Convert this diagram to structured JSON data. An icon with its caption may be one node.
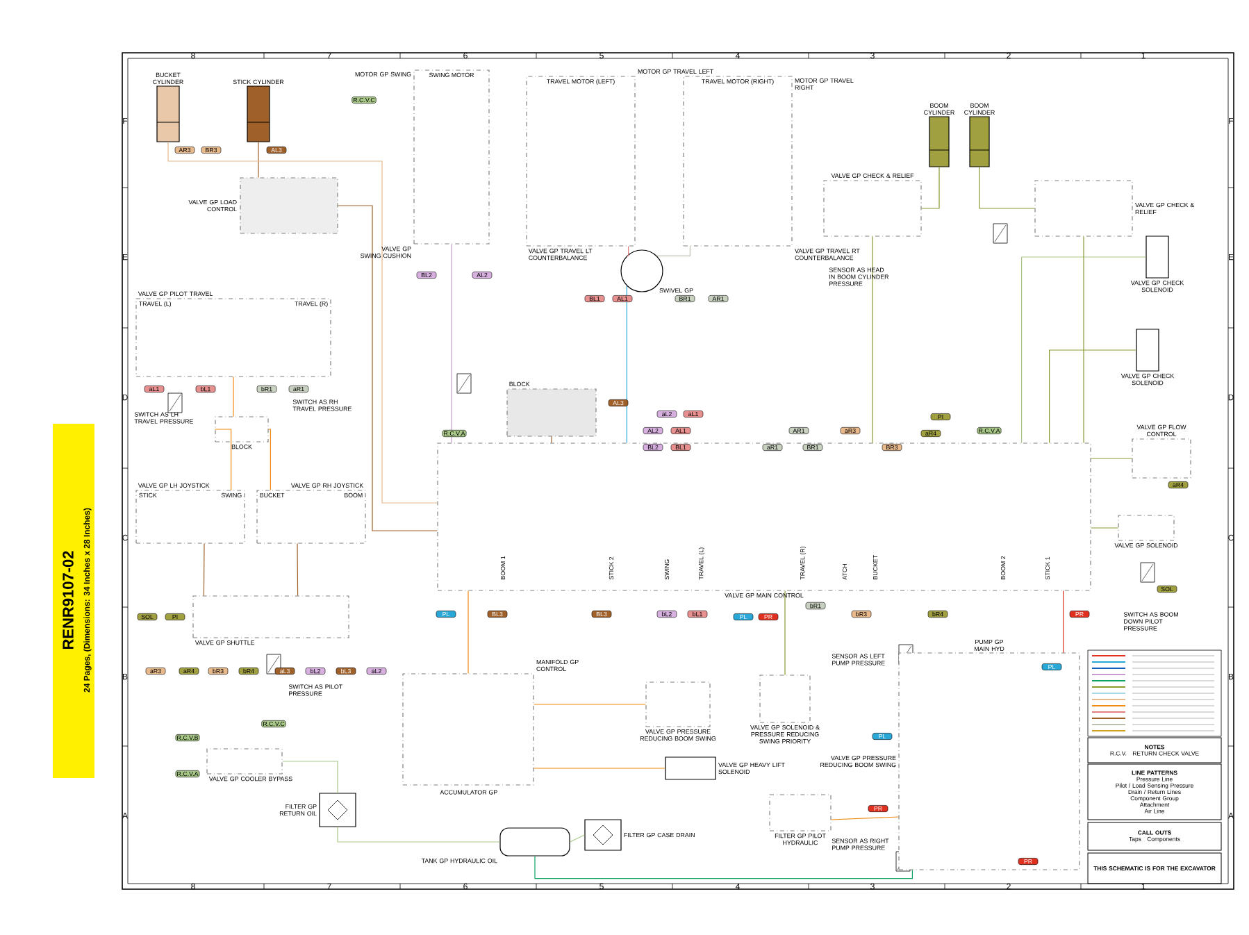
{
  "diagram": {
    "nodes": [
      {
        "text": [
          "BUCKET CYLINDER"
        ]
      },
      {
        "text": [
          "STICK CYLINDER"
        ]
      },
      {
        "text": [
          "VALVE GP LOAD CONTROL"
        ]
      },
      {
        "text": [
          "SWING MOTOR"
        ],
        "beside": [
          "MOTOR GP SWING",
          "VALVE GP SWING CUSHION"
        ]
      },
      {
        "text": [
          "TRAVEL MOTOR (LEFT)"
        ],
        "beside": [
          "MOTOR GP TRAVEL LEFT",
          "VALVE GP TRAVEL LT COUNTERBALANCE"
        ]
      },
      {
        "text": [
          "TRAVEL MOTOR (RIGHT)"
        ],
        "beside": [
          "MOTOR GP TRAVEL RIGHT",
          "VALVE GP TRAVEL RT COUNTERBALANCE"
        ]
      },
      {
        "text": [],
        "shape": "circle",
        "beside": [
          "SWIVEL GP"
        ]
      },
      {
        "text": [
          "BOOM CYLINDER"
        ]
      },
      {
        "text": [
          "BOOM CYLINDER"
        ]
      },
      {
        "text": [],
        "shape": "box",
        "beside": [
          "VALVE GP CHECK & RELIEF"
        ]
      },
      {
        "text": [],
        "shape": "box",
        "beside": [
          "VALVE GP CHECK & RELIEF"
        ]
      },
      {
        "text": [
          "TRAVEL (L)",
          "TRAVEL (R)"
        ],
        "beside": [
          "VALVE GP PILOT TRAVEL"
        ]
      },
      {
        "text": [],
        "shape": "box",
        "beside": [
          "BLOCK"
        ]
      },
      {
        "text": [
          "STICK",
          "SWING"
        ],
        "beside": [
          "VALVE GP LH JOYSTICK"
        ]
      },
      {
        "text": [
          "BUCKET",
          "BOOM"
        ],
        "beside": [
          "VALVE GP RH JOYSTICK"
        ]
      },
      {
        "text": [],
        "shape": "box",
        "beside": [
          "VALVE GP SHUTTLE"
        ]
      },
      {
        "text": [],
        "shape": "box",
        "beside": [
          "VALVE GP MAIN CONTROL"
        ]
      },
      {
        "text": [],
        "shape": "box",
        "beside": [
          "BLOCK"
        ]
      },
      {
        "text": [],
        "shape": "box",
        "beside": [
          "MANIFOLD GP CONTROL"
        ]
      },
      {
        "text": [],
        "shape": "box",
        "beside": [
          "VALVE GP PRESSURE REDUCING BOOM SWING"
        ]
      },
      {
        "text": [],
        "shape": "box",
        "beside": [
          "VALVE GP HEAVY LIFT SOLENOID"
        ]
      },
      {
        "text": [],
        "shape": "box",
        "beside": [
          "VALVE GP SOLENOID & PRESSURE REDUCING SWING PRIORITY"
        ]
      },
      {
        "text": [
          "PUMP GP MAIN HYD"
        ],
        "beside": [
          "VALVE GP PRESSURE REDUCING BOOM SWING"
        ]
      },
      {
        "text": [],
        "shape": "cylinder",
        "beside": [
          "TANK GP HYDRAULIC OIL"
        ]
      },
      {
        "text": [],
        "shape": "box",
        "beside": [
          "FILTER GP CASE DRAIN"
        ]
      },
      {
        "text": [],
        "shape": "box",
        "beside": [
          "FILTER GP PILOT HYDRAULIC"
        ]
      },
      {
        "text": [],
        "shape": "box",
        "beside": [
          "FILTER GP RETURN OIL"
        ]
      },
      {
        "text": [],
        "shape": "box",
        "beside": [
          "VALVE GP COOLER BYPASS"
        ]
      },
      {
        "text": [],
        "shape": "box",
        "beside": [
          "VALVE GP CHECK SOLENOID"
        ]
      },
      {
        "text": [],
        "shape": "box",
        "beside": [
          "VALVE GP CHECK SOLENOID"
        ]
      },
      {
        "text": [],
        "shape": "box",
        "beside": [
          "VALVE GP FLOW CONTROL"
        ]
      },
      {
        "text": [],
        "shape": "box",
        "beside": [
          "VALVE GP SOLENOID"
        ]
      },
      {
        "text": [
          "NOTES",
          "R.C.V.",
          "RETURN CHECK VALVE"
        ]
      },
      {
        "text": [
          "LINE PATTERNS",
          "Pressure Line",
          "Pilot / Load Sensing Pressure",
          "Drain / Return Lines",
          "Component Group",
          "Attachment",
          "Air Line"
        ]
      },
      {
        "text": [
          "CALL OUTS",
          "Taps",
          "Components"
        ]
      },
      {
        "text": [
          "THIS SCHEMATIC IS FOR THE EXCAVATOR"
        ]
      }
    ],
    "edges": [
      {
        "from": 1,
        "to": 2,
        "arrow": "none",
        "color": "#a0602a"
      },
      {
        "from": 0,
        "to": 16,
        "arrow": "none",
        "color": "#e8b98a"
      },
      {
        "from": 3,
        "to": 16,
        "arrow": "none",
        "color": "#c89ad0"
      },
      {
        "from": 4,
        "to": 6,
        "arrow": "none",
        "color": "#e08080"
      },
      {
        "from": 5,
        "to": 6,
        "arrow": "none",
        "color": "#b8c0b0"
      },
      {
        "from": 6,
        "to": 16,
        "arrow": "none",
        "color": "#29a8d8"
      },
      {
        "from": 7,
        "to": 9,
        "arrow": "none",
        "color": "#8a9a30"
      },
      {
        "from": 8,
        "to": 10,
        "arrow": "none",
        "color": "#8a9a30"
      },
      {
        "from": 11,
        "to": 12,
        "arrow": "none",
        "color": "#f08a10"
      },
      {
        "from": 12,
        "to": 13,
        "arrow": "none",
        "color": "#f08a10"
      },
      {
        "from": 12,
        "to": 14,
        "arrow": "none",
        "color": "#f08a10"
      },
      {
        "from": 13,
        "to": 15,
        "arrow": "none",
        "color": "#a0602a"
      },
      {
        "from": 14,
        "to": 15,
        "arrow": "none",
        "color": "#a0602a"
      },
      {
        "from": 16,
        "to": 22,
        "arrow": "none",
        "color": "#e03020"
      },
      {
        "from": 22,
        "to": 25,
        "arrow": "none",
        "color": "#f08a10"
      },
      {
        "from": 18,
        "to": 16,
        "arrow": "none",
        "color": "#f08a10"
      },
      {
        "from": 27,
        "to": 26,
        "arrow": "none",
        "color": "#a8c888"
      },
      {
        "from": 26,
        "to": 23,
        "arrow": "none",
        "color": "#a8c888"
      },
      {
        "from": 24,
        "to": 23,
        "arrow": "none",
        "color": "#a8c888"
      },
      {
        "from": 22,
        "to": 23,
        "arrow": "none",
        "color": "#10a060"
      },
      {
        "from": 28,
        "to": 16,
        "arrow": "none",
        "color": "#a8c888"
      },
      {
        "from": 29,
        "to": 16,
        "arrow": "none",
        "color": "#8a9a30"
      },
      {
        "from": 30,
        "to": 16,
        "arrow": "none",
        "color": "#8a9a30"
      },
      {
        "from": 31,
        "to": 16,
        "arrow": "none",
        "color": "#8a9a30"
      },
      {
        "from": 19,
        "to": 18,
        "arrow": "none",
        "color": "#f08a10"
      },
      {
        "from": 20,
        "to": 18,
        "arrow": "none",
        "color": "#f08a10"
      },
      {
        "from": 21,
        "to": 16,
        "arrow": "none",
        "color": "#8a9a30"
      },
      {
        "from": 17,
        "to": 16,
        "arrow": "none",
        "color": "#a0602a"
      },
      {
        "from": 2,
        "to": 16,
        "arrow": "none",
        "color": "#a0602a"
      },
      {
        "from": 9,
        "to": 16,
        "arrow": "none",
        "color": "#8a9a30"
      },
      {
        "from": 10,
        "to": 16,
        "arrow": "none",
        "color": "#8a9a30"
      }
    ],
    "labels": [
      "RENR9107-02",
      "24 Pages, (Dimensions: 34 Inches x 28 Inches)",
      "8",
      "7",
      "6",
      "5",
      "4",
      "3",
      "2",
      "1",
      "F",
      "F",
      "E",
      "E",
      "D",
      "D",
      "C",
      "C",
      "B",
      "B",
      "A",
      "A",
      "8",
      "7",
      "6",
      "5",
      "4",
      "3",
      "2",
      "1",
      "AR3",
      "BR3",
      "AL3",
      "R.C.V.C",
      "BL2",
      "AL2",
      "BL1",
      "AL1",
      "BR1",
      "AR1",
      "aL1",
      "bL1",
      "bR1",
      "aR1",
      "AL3",
      "aL2",
      "aL1",
      "AL2",
      "AL1",
      "BL2",
      "BL1",
      "AR1",
      "aR1",
      "BR1",
      "aR3",
      "BR3",
      "PI",
      "aR4",
      "R.C.V.A",
      "R.C.V.A",
      "PL",
      "BL3",
      "BL3",
      "bL2",
      "bL1",
      "PL",
      "PR",
      "bR1",
      "bR3",
      "bR4",
      "PR",
      "SOL",
      "aR4",
      "SOL",
      "PI",
      "aR3",
      "aR4",
      "bR3",
      "bR4",
      "aL3",
      "bL2",
      "bL3",
      "aL2",
      "R.C.V.C",
      "R.C.V.B",
      "R.C.V.A",
      "PL",
      "PL",
      "PR",
      "PR",
      "SWITCH AS LH TRAVEL PRESSURE",
      "SWITCH AS RH TRAVEL PRESSURE",
      "SWITCH AS PILOT PRESSURE",
      "SENSOR AS HEAD IN BOOM CYLINDER PRESSURE",
      "SENSOR AS LEFT PUMP PRESSURE",
      "SENSOR AS RIGHT PUMP PRESSURE",
      "SWITCH AS BOOM DOWN PILOT PRESSURE",
      "ACCUMULATOR GP",
      "BOOM 1",
      "STICK 2",
      "SWING",
      "TRAVEL (L)",
      "TRAVEL (R)",
      "ATCH",
      "BUCKET",
      "BOOM 2",
      "STICK 1"
    ]
  }
}
